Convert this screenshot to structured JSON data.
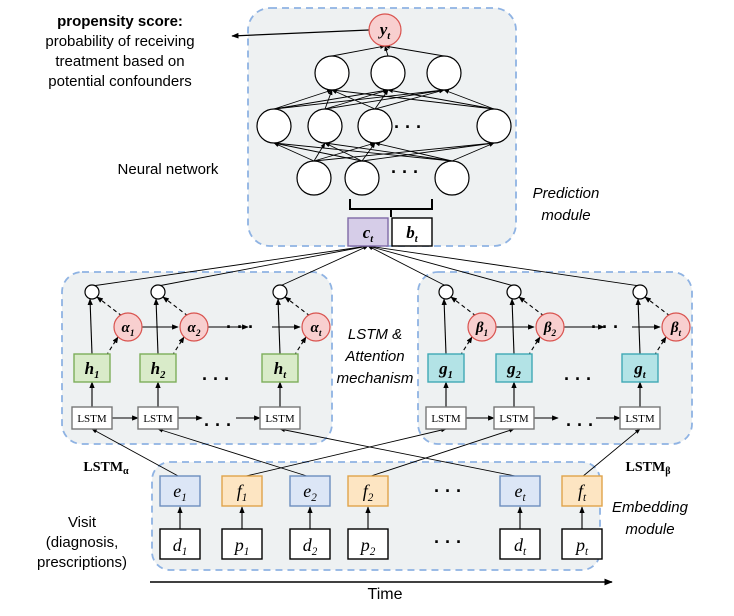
{
  "colors": {
    "panel_fill": "#eef1f2",
    "panel_stroke": "#8fb3e3",
    "node_fill": "#ffffff",
    "node_stroke": "#000000",
    "attention_fill": "#f8cfcf",
    "attention_stroke": "#d9534f",
    "h_fill": "#d9ebc9",
    "h_stroke": "#7dae5a",
    "g_fill": "#b3e3e6",
    "g_stroke": "#3fa9b5",
    "e_fill": "#dce6f6",
    "e_stroke": "#6c8ebf",
    "f_fill": "#fde5c2",
    "f_stroke": "#e0a44a",
    "c_fill": "#d6cde8",
    "c_stroke": "#7f6aa7"
  },
  "annotations": {
    "propensity_title": "propensity score:",
    "propensity_line1": "probability of receiving",
    "propensity_line2": "treatment based on",
    "propensity_line3": "potential confounders",
    "neural_network": "Neural network",
    "prediction_line1": "Prediction",
    "prediction_line2": "module",
    "lstm_attention_line1": "LSTM &",
    "lstm_attention_line2": "Attention",
    "lstm_attention_line3": "mechanism",
    "embedding_line1": "Embedding",
    "embedding_line2": "module",
    "visit_line1": "Visit",
    "visit_line2": "(diagnosis,",
    "visit_line3": "prescriptions)",
    "time": "Time",
    "ellipsis": "· · ·",
    "lstm_alpha_base": "LSTM",
    "lstm_alpha_sub": "α",
    "lstm_beta_base": "LSTM",
    "lstm_beta_sub": "β"
  },
  "output_node": {
    "base": "y",
    "sub": "t"
  },
  "context_nodes": {
    "c": {
      "base": "c",
      "sub": "t"
    },
    "b": {
      "base": "b",
      "sub": "t"
    }
  },
  "lstm_cell_label": "LSTM",
  "alpha_nodes": [
    {
      "base": "α",
      "sub": "1"
    },
    {
      "base": "α",
      "sub": "2"
    },
    {
      "base": "α",
      "sub": "t"
    }
  ],
  "beta_nodes": [
    {
      "base": "β",
      "sub": "1"
    },
    {
      "base": "β",
      "sub": "2"
    },
    {
      "base": "β",
      "sub": "t"
    }
  ],
  "h_nodes": [
    {
      "base": "h",
      "sub": "1"
    },
    {
      "base": "h",
      "sub": "2"
    },
    {
      "base": "h",
      "sub": "t"
    }
  ],
  "g_nodes": [
    {
      "base": "g",
      "sub": "1"
    },
    {
      "base": "g",
      "sub": "2"
    },
    {
      "base": "g",
      "sub": "t"
    }
  ],
  "embedding_nodes": [
    {
      "base": "e",
      "sub": "1",
      "kind": "e"
    },
    {
      "base": "f",
      "sub": "1",
      "kind": "f"
    },
    {
      "base": "e",
      "sub": "2",
      "kind": "e"
    },
    {
      "base": "f",
      "sub": "2",
      "kind": "f"
    },
    {
      "base": "e",
      "sub": "t",
      "kind": "e"
    },
    {
      "base": "f",
      "sub": "t",
      "kind": "f"
    }
  ],
  "input_nodes": [
    {
      "base": "d",
      "sub": "1"
    },
    {
      "base": "p",
      "sub": "1"
    },
    {
      "base": "d",
      "sub": "2"
    },
    {
      "base": "p",
      "sub": "2"
    },
    {
      "base": "d",
      "sub": "t"
    },
    {
      "base": "p",
      "sub": "t"
    }
  ]
}
